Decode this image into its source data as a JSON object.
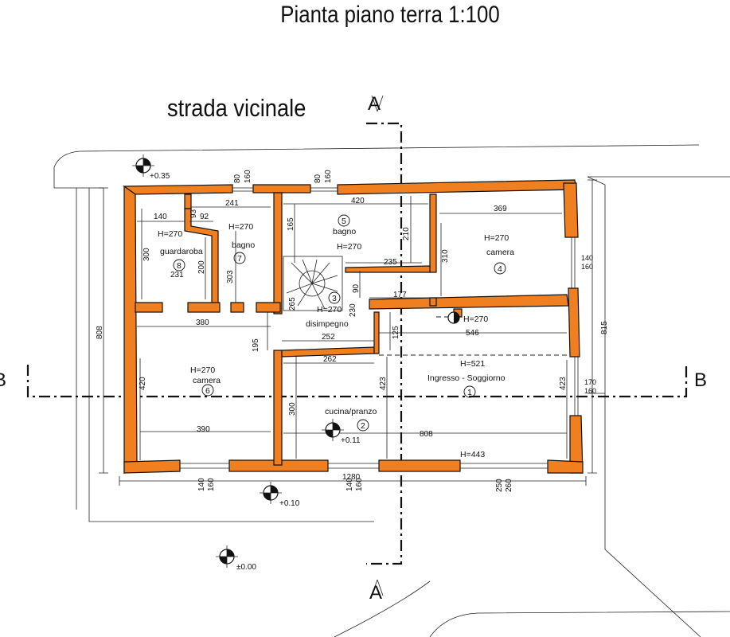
{
  "title": "Pianta piano terra 1:100",
  "street": "strada vicinale",
  "sections": {
    "a_top": "A",
    "a_bottom": "A",
    "b_left": "B",
    "b_right": "B"
  },
  "levels": {
    "road": "+0.35",
    "kitchen": "+0.11",
    "entrance": "+0.10",
    "ground": "±0.00"
  },
  "rooms": [
    {
      "num": "1",
      "name": "Ingresso - Soggiorno",
      "height": "H=521"
    },
    {
      "num": "2",
      "name": "cucina/pranzo",
      "height": ""
    },
    {
      "num": "3",
      "name": "disimpegno",
      "height": "H=270"
    },
    {
      "num": "4",
      "name": "camera",
      "height": "H=270"
    },
    {
      "num": "5",
      "name": "bagno",
      "height": "H=270"
    },
    {
      "num": "6",
      "name": "camera",
      "height": "H=270"
    },
    {
      "num": "7",
      "name": "bagno",
      "height": "H=270"
    },
    {
      "num": "8",
      "name": "guardaroba",
      "height": "H=270"
    }
  ],
  "extra_heights": {
    "living_lower": "H=443",
    "fireplace": "H=270"
  },
  "dimensions": {
    "d140a": "140",
    "d92": "92",
    "d93": "93",
    "d241": "241",
    "d420": "420",
    "d369": "369",
    "d300a": "300",
    "d231": "231",
    "d200": "200",
    "d303": "303",
    "d165": "165",
    "d210": "210",
    "d310": "310",
    "d235": "235",
    "d90": "90",
    "d177": "177",
    "d265": "265",
    "d230": "230",
    "d380": "380",
    "d252": "252",
    "d546": "546",
    "d125": "125",
    "d195": "195",
    "d262": "262",
    "d420b": "420",
    "d423a": "423",
    "d423b": "423",
    "d300b": "300",
    "d390": "390",
    "d808h": "808",
    "d808v": "808",
    "d815": "815",
    "d1280": "1280",
    "w80a": "80",
    "w160a": "160",
    "w80b": "80",
    "w160b": "160",
    "w140r": "140",
    "w160r": "160",
    "w170": "170",
    "w160r2": "160",
    "w140b1": "140",
    "w160b1": "160",
    "w140b2": "140",
    "w160b2": "160",
    "w250": "250",
    "w260": "260"
  }
}
